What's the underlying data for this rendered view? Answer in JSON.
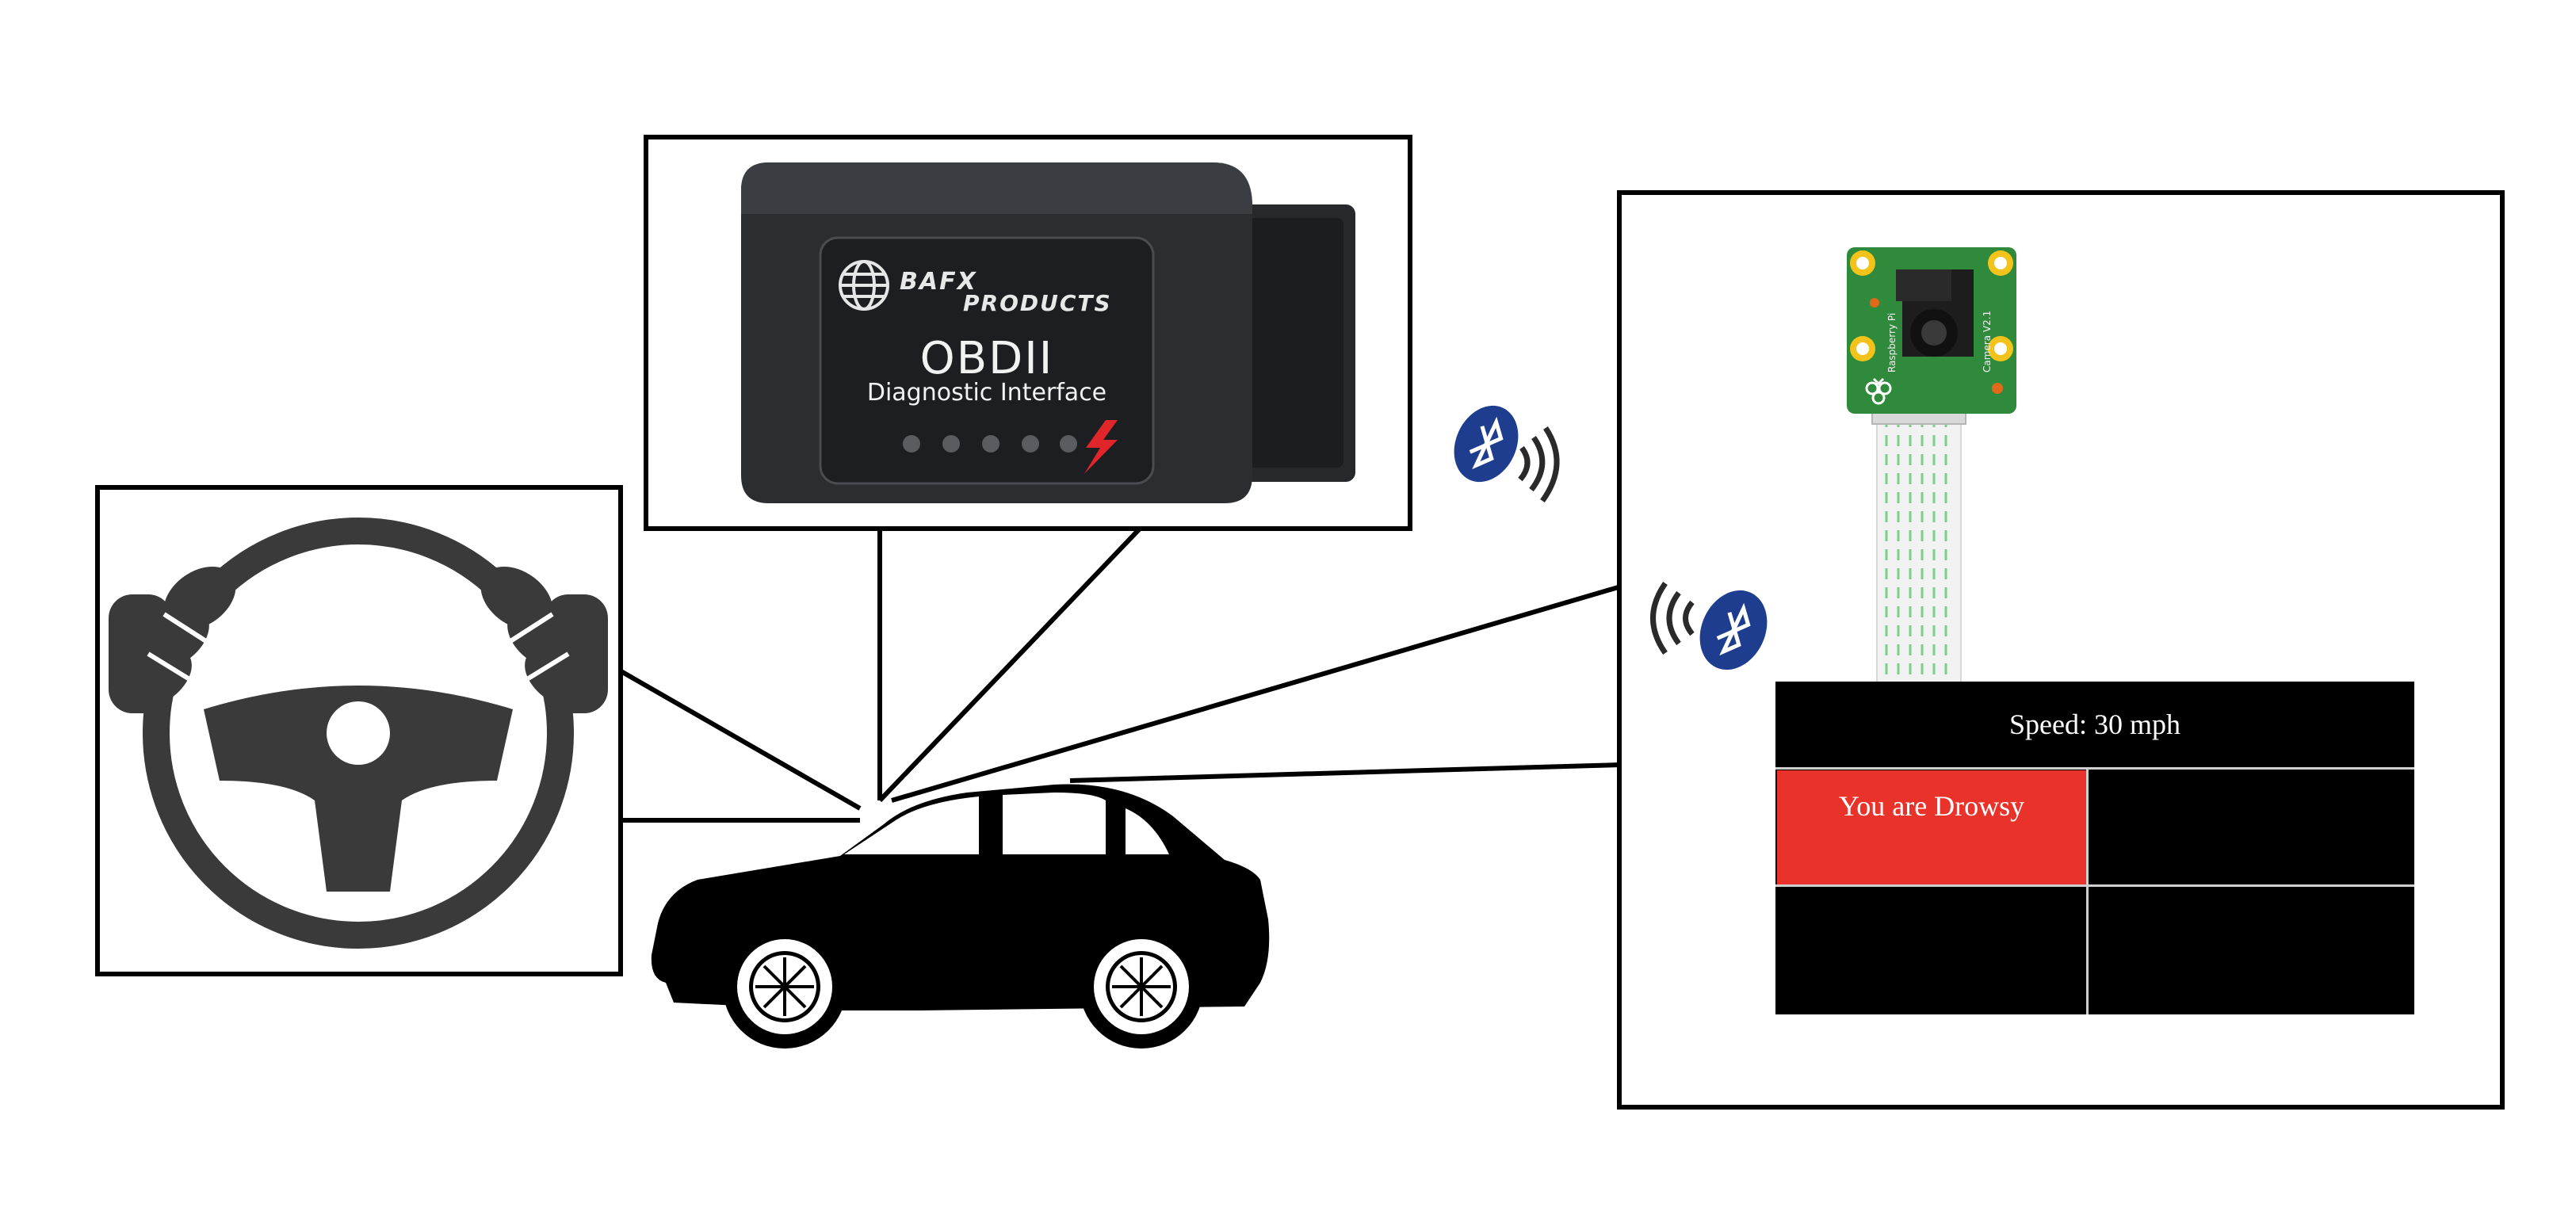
{
  "obd": {
    "brand_line1": "BAFX",
    "brand_line2": "PRODUCTS",
    "title": "OBDII",
    "subtitle": "Diagnostic Interface"
  },
  "camera": {
    "label1": "Raspberry Pi",
    "label2": "Camera V2.1"
  },
  "display": {
    "speed_label": "Speed: 30 mph",
    "alert_text": "You are Drowsy"
  },
  "colors": {
    "alert": "#e8322a",
    "bluetooth": "#1f3d8f",
    "pcb": "#2f8a3b",
    "obd_body": "#2b2d31"
  },
  "icons": [
    "steering-wheel-icon",
    "car-icon",
    "bluetooth-icon",
    "wifi-signal-icon",
    "raspberry-pi-camera",
    "obd-dongle"
  ]
}
